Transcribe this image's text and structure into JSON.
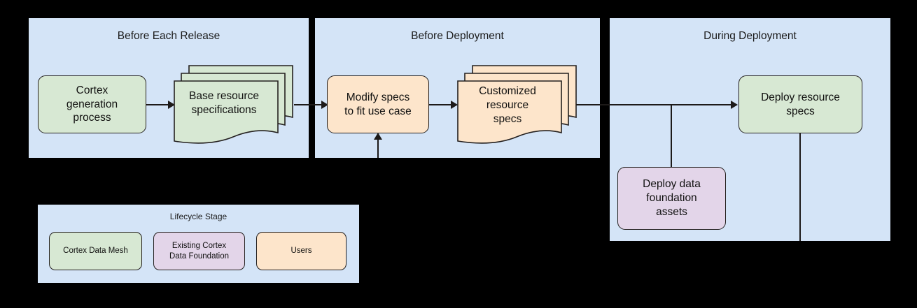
{
  "diagram": {
    "title_visible": false,
    "panels": [
      {
        "id": "before-each-release",
        "title": "Before Each Release",
        "nodes": [
          {
            "id": "cortex-generation-process",
            "label": "Cortex\ngeneration\nprocess",
            "shape": "rounded-rect",
            "category": "Cortex Data Mesh",
            "color": "#d7e8d3"
          },
          {
            "id": "base-resource-specifications",
            "label": "Base resource\nspecifications",
            "shape": "document-stack",
            "category": "Cortex Data Mesh",
            "color": "#d7e8d3"
          }
        ]
      },
      {
        "id": "before-deployment",
        "title": "Before Deployment",
        "nodes": [
          {
            "id": "modify-specs-to-fit-use-case",
            "label": "Modify specs\nto fit use case",
            "shape": "rounded-rect",
            "category": "Users",
            "color": "#fde5cb"
          },
          {
            "id": "customized-resource-specs",
            "label": "Customized\nresource\nspecs",
            "shape": "document-stack",
            "category": "Users",
            "color": "#fde5cb"
          }
        ]
      },
      {
        "id": "during-deployment",
        "title": "During Deployment",
        "nodes": [
          {
            "id": "deploy-resource-specs",
            "label": "Deploy resource\nspecs",
            "shape": "rounded-rect",
            "category": "Cortex Data Mesh",
            "color": "#d7e8d3"
          },
          {
            "id": "deploy-data-foundation-assets",
            "label": "Deploy data\nfoundation\nassets",
            "shape": "rounded-rect",
            "category": "Existing Cortex Data Foundation",
            "color": "#e3d5e9"
          }
        ]
      }
    ],
    "edges": [
      {
        "from": "cortex-generation-process",
        "to": "base-resource-specifications",
        "arrow": true
      },
      {
        "from": "base-resource-specifications",
        "to": "modify-specs-to-fit-use-case",
        "arrow": true
      },
      {
        "from": "modify-specs-to-fit-use-case",
        "to": "customized-resource-specs",
        "arrow": true
      },
      {
        "from": "customized-resource-specs",
        "to": "deploy-resource-specs",
        "arrow": true
      },
      {
        "from": "deploy-data-foundation-assets",
        "to": "customized-resource-specs-branch",
        "arrow": false
      },
      {
        "from": "deploy-resource-specs",
        "to": "below",
        "arrow": false
      },
      {
        "from": "below",
        "to": "modify-specs-to-fit-use-case",
        "arrow": true
      }
    ]
  },
  "legend": {
    "title": "Lifecycle Stage",
    "items": [
      {
        "label": "Cortex Data Mesh",
        "color": "#d7e8d3"
      },
      {
        "label": "Existing Cortex\nData Foundation",
        "color": "#e3d5e9"
      },
      {
        "label": "Users",
        "color": "#fde5cb"
      }
    ]
  },
  "colors": {
    "panel_background": "#d4e4f7",
    "stroke": "#24201f",
    "page_background": "#000000",
    "green": "#d7e8d3",
    "orange": "#fde5cb",
    "purple": "#e3d5e9"
  }
}
